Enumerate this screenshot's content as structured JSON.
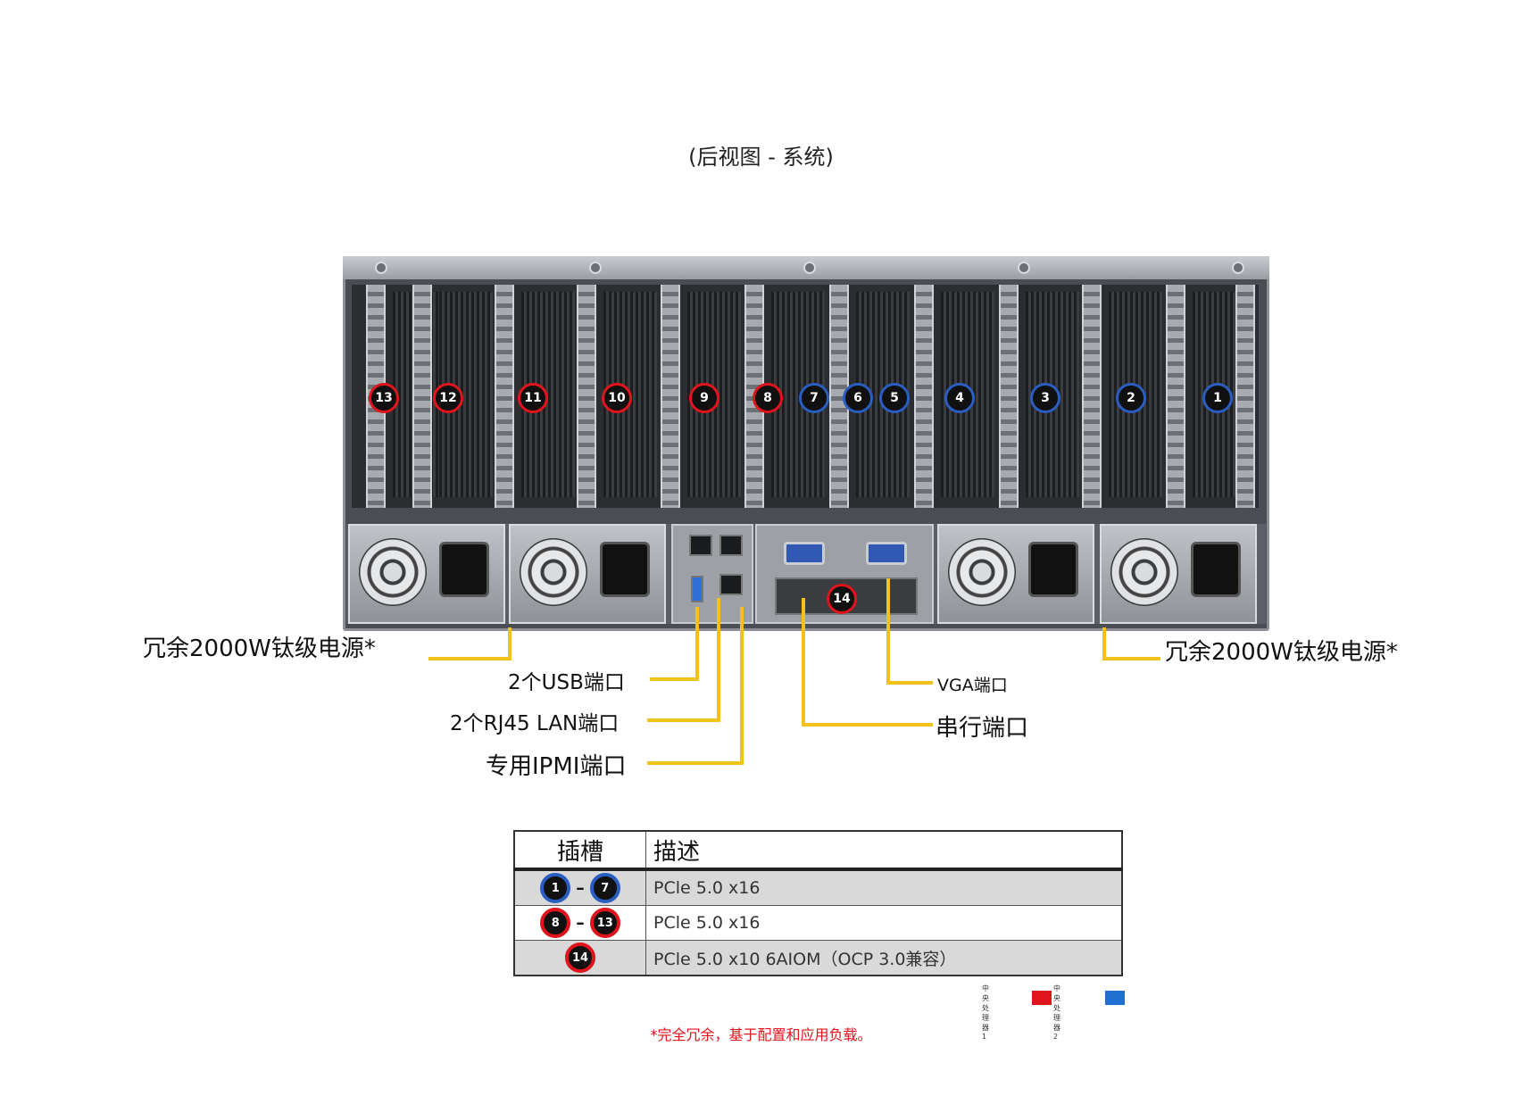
{
  "title": "(后视图 - 系统)",
  "slots": [
    {
      "num": "13",
      "color": "red"
    },
    {
      "num": "12",
      "color": "red"
    },
    {
      "num": "11",
      "color": "red"
    },
    {
      "num": "10",
      "color": "red"
    },
    {
      "num": "9",
      "color": "red"
    },
    {
      "num": "8",
      "color": "red"
    },
    {
      "num": "7",
      "color": "blue"
    },
    {
      "num": "6",
      "color": "blue"
    },
    {
      "num": "5",
      "color": "blue"
    },
    {
      "num": "4",
      "color": "blue"
    },
    {
      "num": "3",
      "color": "blue"
    },
    {
      "num": "2",
      "color": "blue"
    },
    {
      "num": "1",
      "color": "blue"
    }
  ],
  "aiom_slot": "14",
  "callouts": {
    "psu_left": "冗余2000W钛级电源*",
    "psu_right": "冗余2000W钛级电源*",
    "usb": "2个USB端口",
    "lan": "2个RJ45 LAN端口",
    "ipmi": "专用IPMI端口",
    "vga": "VGA端口",
    "serial": "串行端口"
  },
  "table": {
    "headers": [
      "插槽",
      "描述"
    ],
    "rows": [
      {
        "from": "1",
        "to": "7",
        "color": "blue",
        "desc": "PCle 5.0 x16"
      },
      {
        "from": "8",
        "to": "13",
        "color": "red",
        "desc": "PCle 5.0 x16"
      },
      {
        "single": "14",
        "color": "red",
        "desc": "PCle 5.0 x10 6AIOM（OCP 3.0兼容）"
      }
    ]
  },
  "cpu_legend": {
    "cpu1": "中央处理器1",
    "cpu2": "中央处理器2",
    "cpu1_color": "#e0141c",
    "cpu2_color": "#1f6fd1"
  },
  "footnote": "*完全冗余，基于配置和应用负载。",
  "colors": {
    "red": "#e0141c",
    "blue": "#2a5dc0",
    "leader": "#f2c21a"
  }
}
